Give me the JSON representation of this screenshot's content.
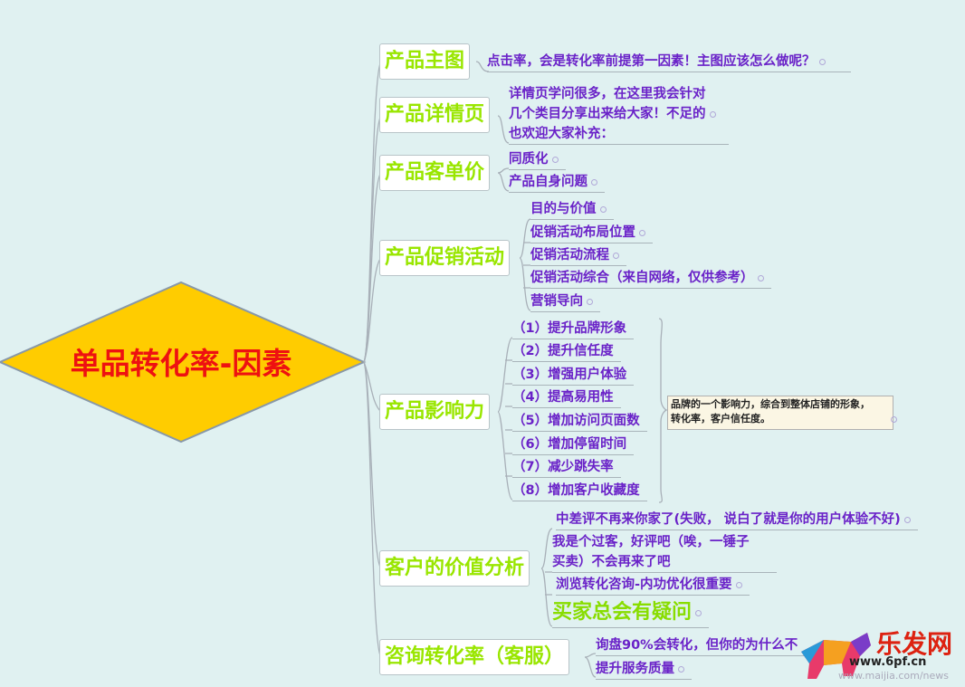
{
  "center": {
    "label": "单品转化率-因素",
    "fill": "#ffcc00",
    "text_color": "#ee1111"
  },
  "branches": [
    {
      "label": "产品主图",
      "children": [
        "点击率，会是转化率前提第一因素！主图应该怎么做呢？"
      ]
    },
    {
      "label": "产品详情页",
      "children": [
        [
          "详情页学问很多，在这里我会针对",
          "几个类目分享出来给大家！不足的",
          "也欢迎大家补充："
        ]
      ]
    },
    {
      "label": "产品客单价",
      "children": [
        "同质化",
        "产品自身问题"
      ]
    },
    {
      "label": "产品促销活动",
      "children": [
        "目的与价值",
        "促销活动布局位置",
        "促销活动流程",
        "促销活动综合（来自网络，仅供参考）",
        "营销导向"
      ]
    },
    {
      "label": "产品影响力",
      "children": [
        "（1）提升品牌形象",
        "（2）提升信任度",
        "（3）增强用户体验",
        "（4）提高易用性",
        "（5）增加访问页面数",
        "（6）增加停留时间",
        "（7）减少跳失率",
        "（8）增加客户收藏度"
      ],
      "note": [
        "品牌的一个影响力，综合到整体店铺的形象，",
        "转化率，客户信任度。"
      ]
    },
    {
      "label": "客户的价值分析",
      "children": [
        "中差评不再来你家了(失败， 说白了就是你的用户体验不好)",
        [
          "我是个过客，好评吧（唉，一锤子",
          "买卖）不会再来了吧"
        ],
        "浏览转化咨询-内功优化很重要",
        "买家总会有疑问"
      ]
    },
    {
      "label": "咨询转化率（客服）",
      "children": [
        "询盘90%会转化，但你的为什么不",
        "提升服务质量"
      ]
    }
  ],
  "colors": {
    "background": "#e0f1f1",
    "branch_text": "#99e600",
    "leaf_text": "#6a22c8"
  },
  "watermark": {
    "title": "乐发网",
    "url": "www.6pf.cn",
    "url2": "www.maijia.com/news"
  }
}
